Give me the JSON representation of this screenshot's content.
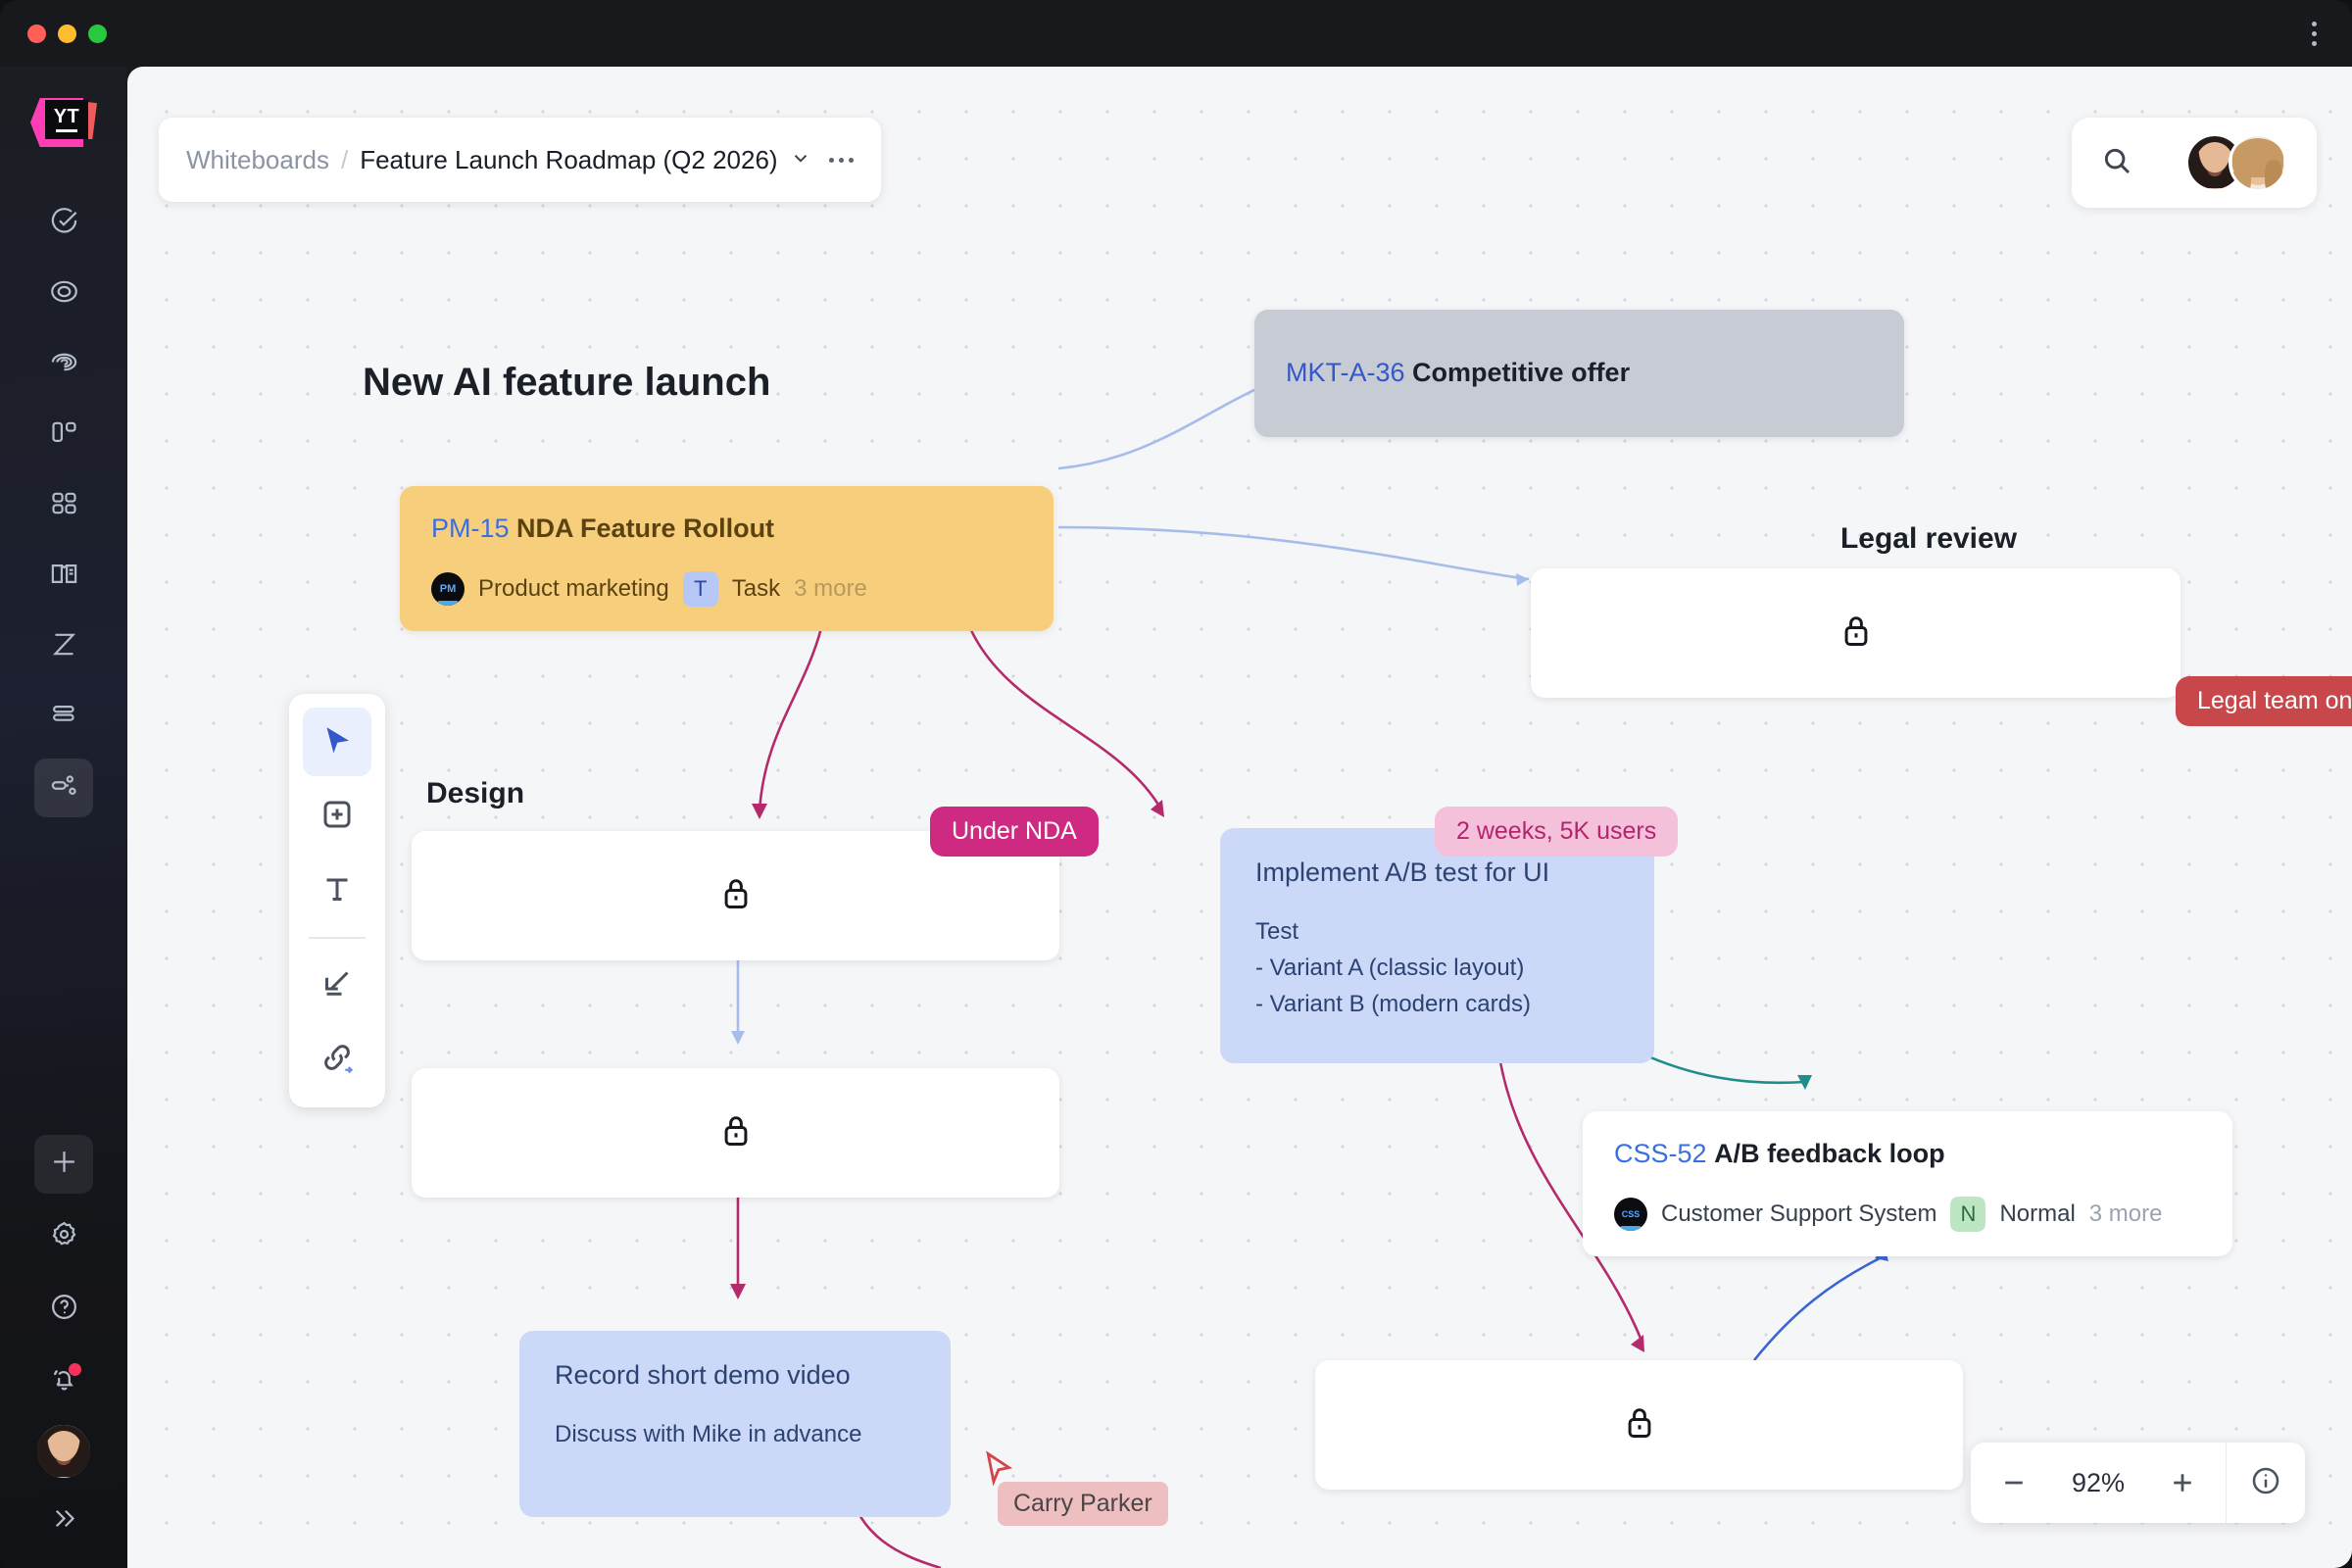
{
  "window": {
    "traffic_lights": [
      "close",
      "minimize",
      "maximize"
    ],
    "menu_icon": "kebab-vertical-icon"
  },
  "sidebar": {
    "logo": {
      "text": "YT",
      "name": "youtrack-logo"
    },
    "items": [
      {
        "name": "sidebar-item-issues",
        "icon": "check-circle-icon"
      },
      {
        "name": "sidebar-item-agiles",
        "icon": "target-icon"
      },
      {
        "name": "sidebar-item-reports",
        "icon": "swirl-icon"
      },
      {
        "name": "sidebar-item-boards",
        "icon": "panels-icon"
      },
      {
        "name": "sidebar-item-dashboards",
        "icon": "grid-icon"
      },
      {
        "name": "sidebar-item-knowledge-base",
        "icon": "book-icon"
      },
      {
        "name": "sidebar-item-timesheets",
        "icon": "hourglass-icon"
      },
      {
        "name": "sidebar-item-projects",
        "icon": "stack-icon"
      },
      {
        "name": "sidebar-item-whiteboards",
        "icon": "whiteboard-icon",
        "active": true
      }
    ],
    "bottom_items": [
      {
        "name": "create-button",
        "icon": "plus-icon"
      },
      {
        "name": "settings-button",
        "icon": "gear-icon"
      },
      {
        "name": "help-button",
        "icon": "question-circle-icon"
      },
      {
        "name": "notifications-button",
        "icon": "bell-icon",
        "has_unread": true
      },
      {
        "name": "user-avatar",
        "icon": "avatar"
      },
      {
        "name": "expand-sidebar-button",
        "icon": "chevron-double-right-icon"
      }
    ]
  },
  "breadcrumb": {
    "root": "Whiteboards",
    "separator": "/",
    "title": "Feature Launch Roadmap (Q2 2026)",
    "dropdown_icon": "chevron-down-icon",
    "more_icon": "ellipsis-icon"
  },
  "topbar": {
    "search_icon": "search-icon",
    "collaborators": [
      "collaborator-1",
      "collaborator-2"
    ]
  },
  "toolbar": {
    "tools": [
      {
        "name": "tool-select",
        "icon": "cursor-icon",
        "active": true
      },
      {
        "name": "tool-add-card",
        "icon": "plus-square-icon",
        "active": false
      },
      {
        "name": "tool-text",
        "icon": "text-icon",
        "active": false
      },
      {
        "name": "tool-arrow",
        "icon": "arrow-down-left-icon",
        "active": false
      },
      {
        "name": "tool-link",
        "icon": "link-icon",
        "active": false
      }
    ]
  },
  "zoom_control": {
    "minus": "minus-icon",
    "value": "92%",
    "plus": "plus-icon",
    "info": "info-icon"
  },
  "board": {
    "headings": [
      {
        "name": "board-heading-main",
        "text": "New AI feature launch"
      },
      {
        "name": "board-heading-design",
        "text": "Design"
      },
      {
        "name": "board-heading-legal",
        "text": "Legal review"
      }
    ],
    "issue_cards": [
      {
        "name": "issue-card-mkt-a-36",
        "id": "MKT-A-36",
        "title": "Competitive offer",
        "style": "grey"
      },
      {
        "name": "issue-card-pm-15",
        "id": "PM-15",
        "title": "NDA Feature Rollout",
        "style": "yellow",
        "project": {
          "abbr": "PM",
          "label": "Product marketing"
        },
        "type": {
          "abbr": "T",
          "label": "Task"
        },
        "more": "3 more"
      },
      {
        "name": "issue-card-css-52",
        "id": "CSS-52",
        "title": "A/B feedback loop",
        "style": "white",
        "project": {
          "abbr": "CSS",
          "label": "Customer Support System"
        },
        "type": {
          "abbr": "N",
          "label": "Normal"
        },
        "more": "3 more"
      }
    ],
    "sticky_notes": [
      {
        "name": "sticky-note-ab-test",
        "title": "Implement A/B test for UI",
        "lines": [
          "Test",
          "- Variant A (classic layout)",
          "- Variant B (modern cards)"
        ]
      },
      {
        "name": "sticky-note-demo-video",
        "title": "Record short demo video",
        "lines": [
          "Discuss with Mike in advance"
        ]
      }
    ],
    "locked_cards": [
      {
        "name": "locked-card-legal-review",
        "icon": "lock-icon"
      },
      {
        "name": "locked-card-design-1",
        "icon": "lock-icon"
      },
      {
        "name": "locked-card-design-2",
        "icon": "lock-icon"
      },
      {
        "name": "locked-card-bottom-right",
        "icon": "lock-icon"
      }
    ],
    "labels": [
      {
        "name": "label-under-nda",
        "text": "Under NDA",
        "color": "#cf2a82"
      },
      {
        "name": "label-legal-team-only",
        "text": "Legal team only",
        "color": "#c8474a"
      },
      {
        "name": "label-ab-metrics",
        "text": "2 weeks, 5K users",
        "color": "#f4c0da"
      }
    ],
    "collaborator_cursor": {
      "name": "collaborator-cursor-carry-parker",
      "label": "Carry Parker",
      "color": "#eebfc0"
    }
  }
}
